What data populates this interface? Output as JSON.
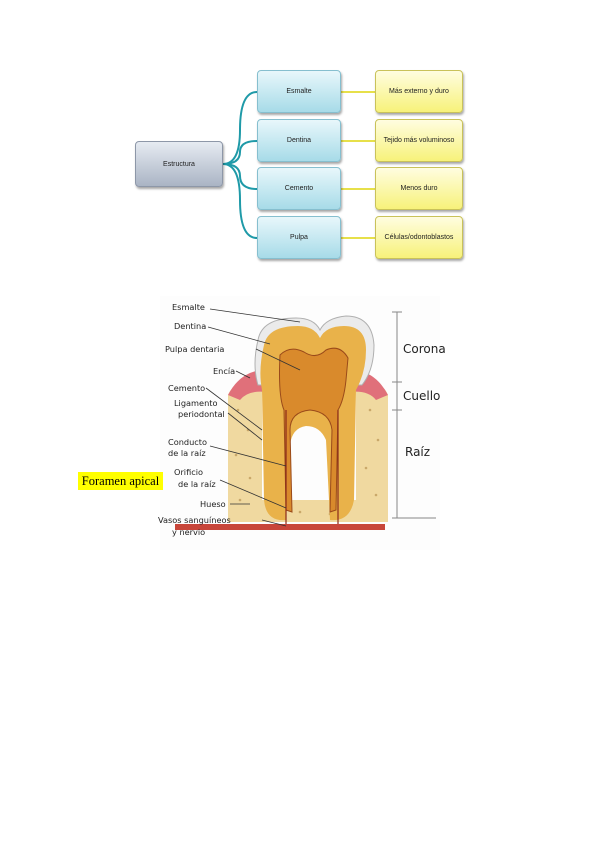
{
  "concept_map": {
    "root": "Estructura",
    "branches": [
      {
        "part": "Esmalte",
        "description": "Más externo y duro"
      },
      {
        "part": "Dentina",
        "description": "Tejido más voluminoso"
      },
      {
        "part": "Cemento",
        "description": "Menos duro"
      },
      {
        "part": "Pulpa",
        "description": "Células/odontoblastos"
      }
    ]
  },
  "tooth_diagram": {
    "labels": {
      "esmalte": "Esmalte",
      "dentina": "Dentina",
      "pulpa": "Pulpa dentaria",
      "encia": "Encía",
      "cemento": "Cemento",
      "ligamento_1": "Ligamento",
      "ligamento_2": "periodontal",
      "conducto_1": "Conducto",
      "conducto_2": "de la raíz",
      "orificio_1": "Orificio",
      "orificio_2": "de la raíz",
      "hueso": "Hueso",
      "vasos_1": "Vasos sanguíneos",
      "vasos_2": "y nervio"
    },
    "zones": {
      "corona": "Corona",
      "cuello": "Cuello",
      "raiz": "Raíz"
    }
  },
  "highlight_label": "Foramen apical",
  "colors": {
    "connector": "#1f9aa8",
    "connector_right": "#e7e04a",
    "highlight": "#ffff00"
  }
}
